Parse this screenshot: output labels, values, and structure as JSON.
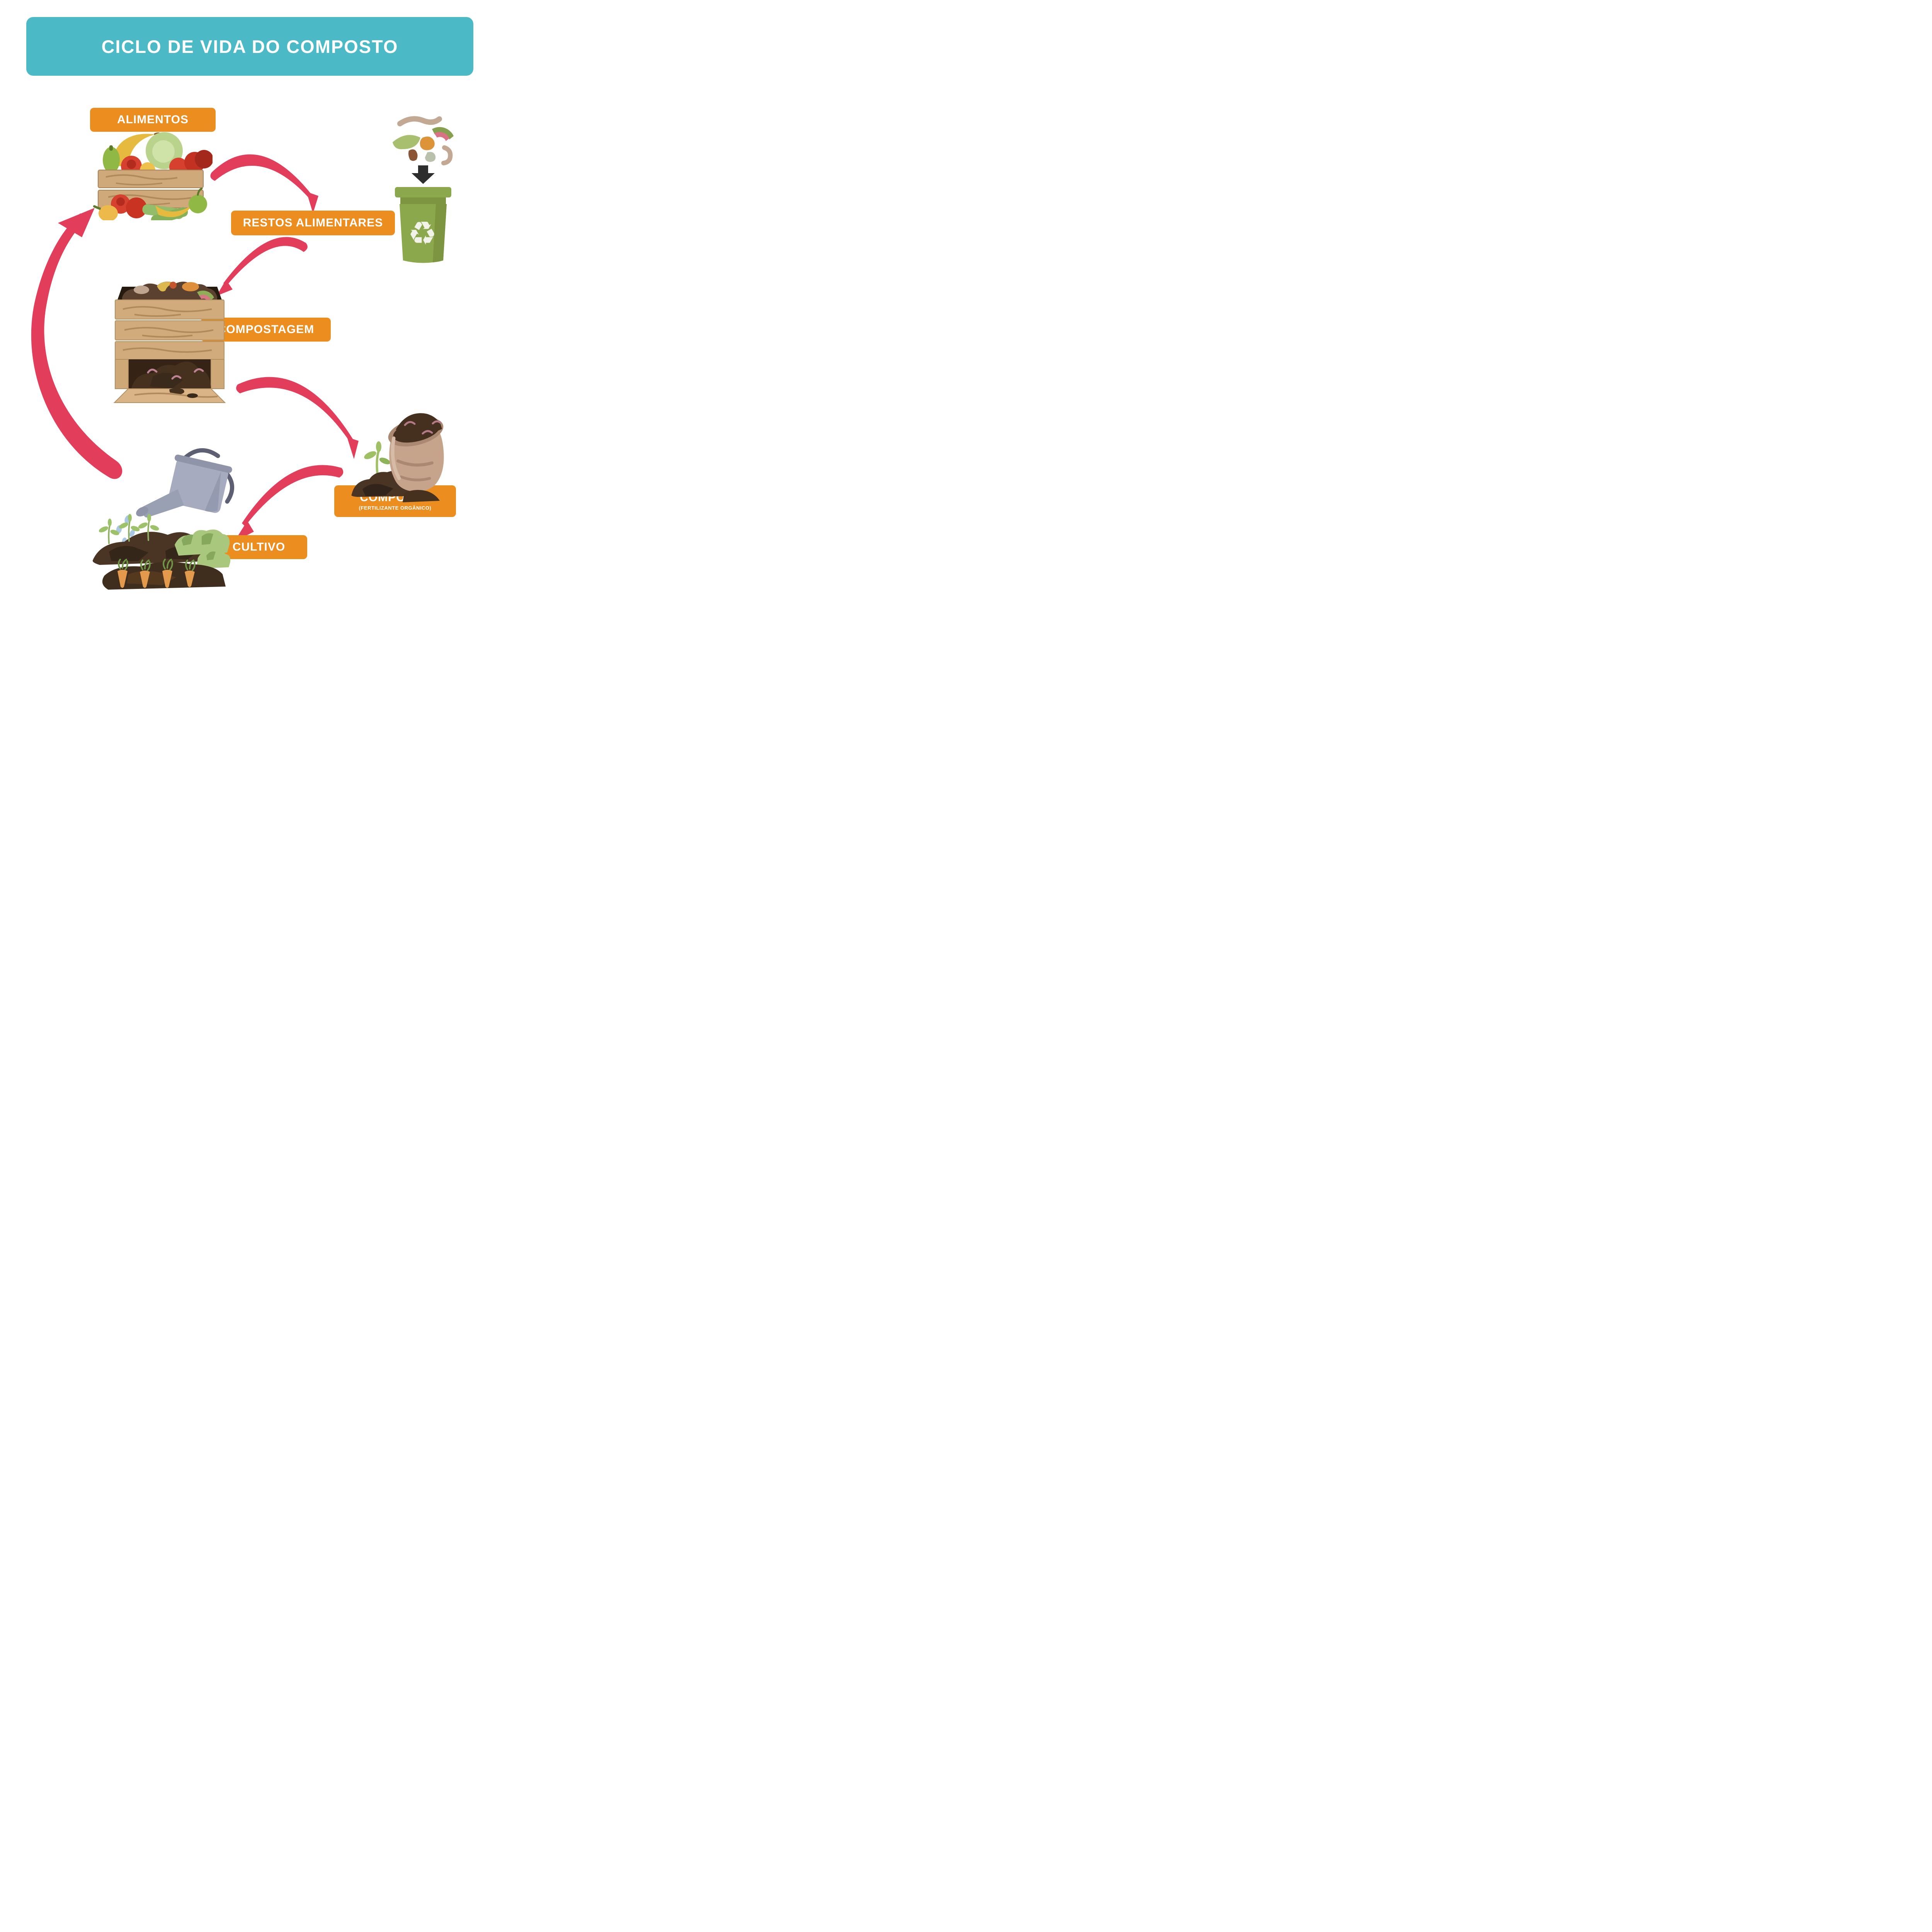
{
  "title": "CICLO DE VIDA DO COMPOSTO",
  "stages": [
    {
      "id": "alimentos",
      "label": "ALIMENTOS"
    },
    {
      "id": "restos-alimentares",
      "label": "RESTOS ALIMENTARES"
    },
    {
      "id": "compostagem",
      "label": "COMPOSTAGEM"
    },
    {
      "id": "composto",
      "label": "COMPOSTO",
      "sublabel": "(FERTILIZANTE ORGÂNICO)"
    },
    {
      "id": "cultivo",
      "label": "CULTIVO"
    }
  ],
  "illustrations": [
    {
      "name": "food-crate-icon"
    },
    {
      "name": "food-scraps-icon"
    },
    {
      "name": "down-arrow-icon"
    },
    {
      "name": "recycle-bin-icon"
    },
    {
      "name": "compost-bin-icon"
    },
    {
      "name": "compost-sack-icon"
    },
    {
      "name": "seedling-icon"
    },
    {
      "name": "watering-can-icon"
    },
    {
      "name": "garden-icon"
    }
  ],
  "colors": {
    "background": "#ffffff",
    "header_bg": "#4cb9c6",
    "label_bg": "#ec8d20",
    "label_text": "#ffffff",
    "arrow": "#e23d5b",
    "bin_green": "#8ca84d",
    "wood": "#d0a97a",
    "compost_brown": "#46311f",
    "soil_brown": "#4a3424",
    "leaf_green": "#9fc065",
    "watering_can_gray": "#a6abbf",
    "water_blue": "#a9c7e2",
    "recycle_symbol": "#f1f2e8",
    "chute_arrow_black": "#2e2e2e"
  }
}
